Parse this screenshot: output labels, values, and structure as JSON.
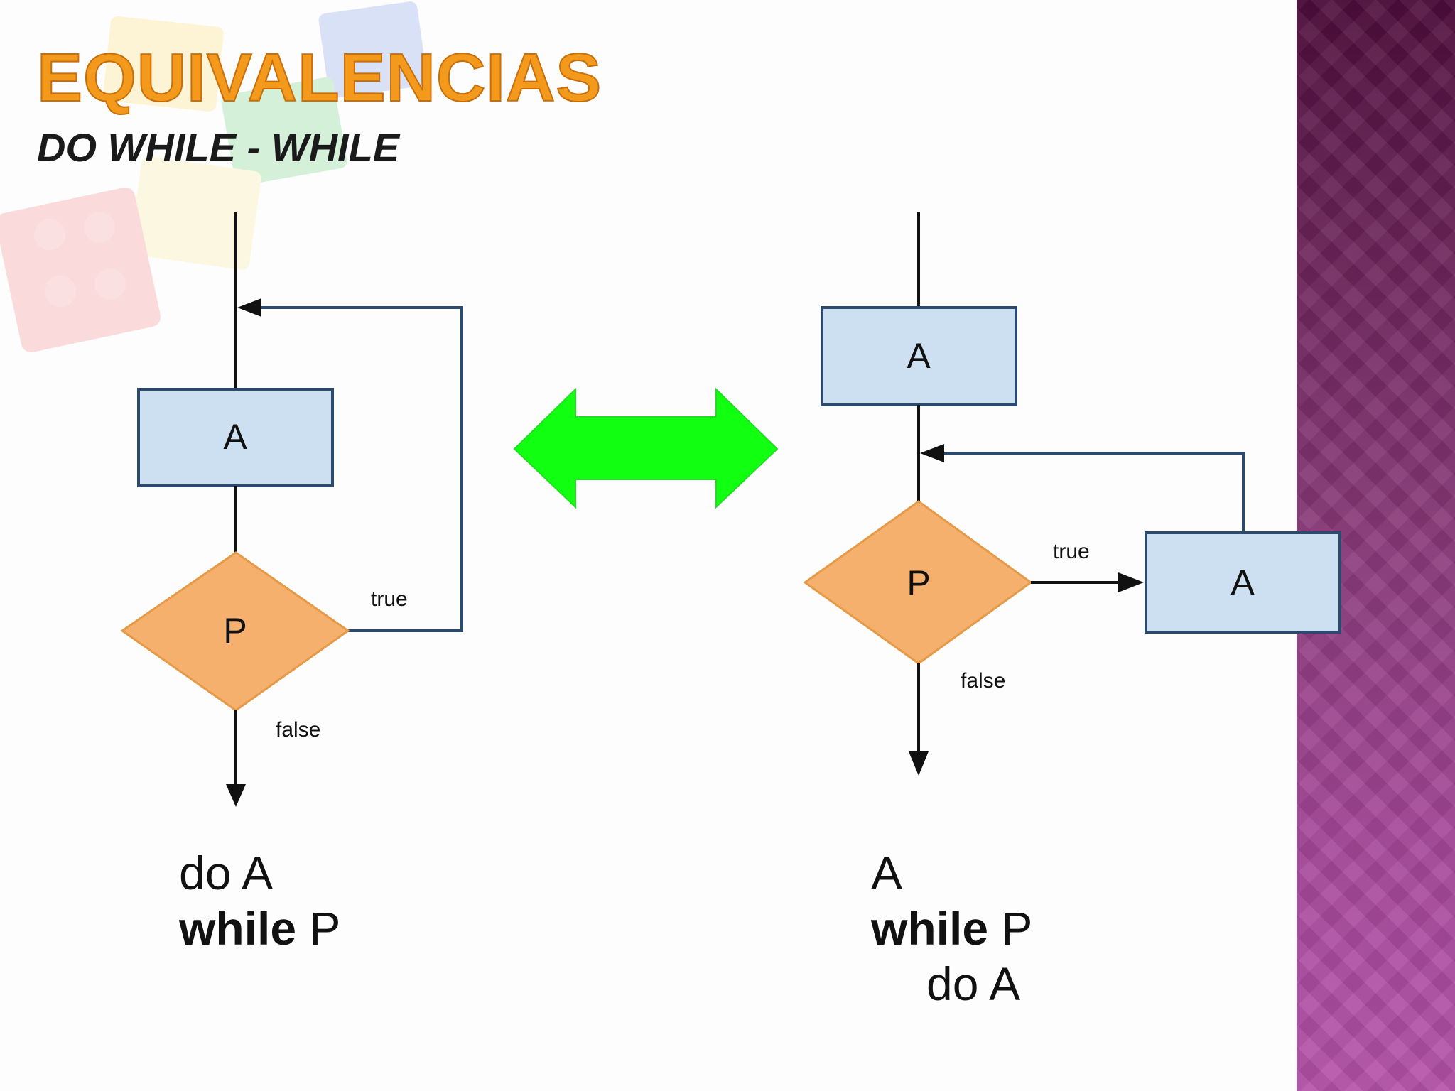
{
  "slide": {
    "title": "EQUIVALENCIAS",
    "subtitle": "DO WHILE - WHILE"
  },
  "colors": {
    "process_fill": "#cde0f2",
    "process_stroke": "#2c4a6e",
    "decision_fill": "#f4b06c",
    "decision_stroke": "#e59a48",
    "equivalence_arrow": "#11ff11",
    "side_band": "#7a2d6c",
    "title": "#f39a1c"
  },
  "icons": [
    "equivalence-double-arrow-icon"
  ],
  "left_diagram": {
    "process_label": "A",
    "decision_label": "P",
    "true_label": "true",
    "false_label": "false"
  },
  "right_diagram": {
    "process_top_label": "A",
    "decision_label": "P",
    "process_loop_label": "A",
    "true_label": "true",
    "false_label": "false"
  },
  "left_code": {
    "line1": "do A",
    "line2_keyword": "while",
    "line2_rest": " P"
  },
  "right_code": {
    "line1": "A",
    "line2_keyword": "while",
    "line2_rest": " P",
    "line3": "do A"
  }
}
